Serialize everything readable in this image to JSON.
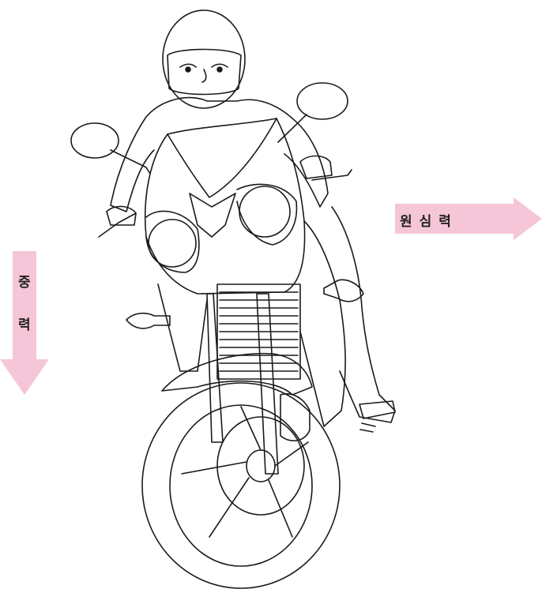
{
  "labels": {
    "centrifugal_force": "원심력",
    "gravity_chars": [
      "중",
      "력"
    ]
  },
  "colors": {
    "arrow_fill": "#f5c6d8",
    "line": "#1a1a1a",
    "background": "#ffffff"
  }
}
